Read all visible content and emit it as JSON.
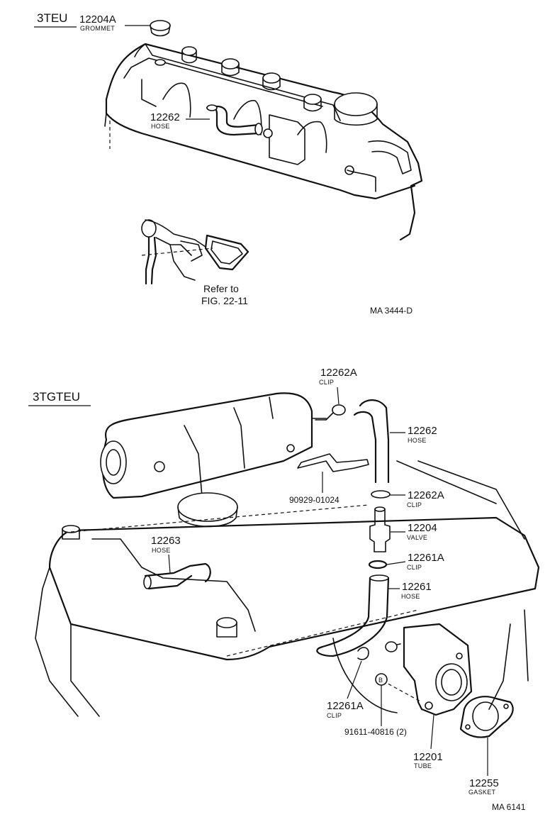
{
  "top_section": {
    "engine_code": "3TEU",
    "diagram_code": "MA  3444-D",
    "parts": [
      {
        "number": "12204A",
        "name": "GROMMET"
      },
      {
        "number": "12262",
        "name": "HOSE"
      }
    ],
    "reference": {
      "line1": "Refer to",
      "line2": "FIG. 22-11"
    }
  },
  "bottom_section": {
    "engine_code": "3TGTEU",
    "diagram_code": "MA 6141",
    "parts": [
      {
        "number": "12262A",
        "name": "CLIP"
      },
      {
        "number": "12262",
        "name": "HOSE"
      },
      {
        "number": "90929-01024",
        "name": ""
      },
      {
        "number": "12262A",
        "name": "CLIP"
      },
      {
        "number": "12204",
        "name": "VALVE"
      },
      {
        "number": "12263",
        "name": "HOSE"
      },
      {
        "number": "12261A",
        "name": "CLIP"
      },
      {
        "number": "12261",
        "name": "HOSE"
      },
      {
        "number": "12261A",
        "name": "CLIP"
      },
      {
        "number": "91611-40816 (2)",
        "name": ""
      },
      {
        "number": "12201",
        "name": "TUBE"
      },
      {
        "number": "12255",
        "name": "GASKET"
      }
    ],
    "bolt_marker": "B"
  }
}
